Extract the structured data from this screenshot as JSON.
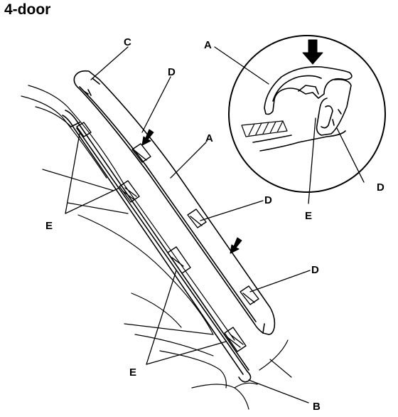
{
  "title": "4-door",
  "callouts": {
    "A_main": "A",
    "A_detail": "A",
    "B": "B",
    "C": "C",
    "D_top": "D",
    "D_mid": "D",
    "D_low": "D",
    "D_detail": "D",
    "E_upper": "E",
    "E_lower": "E",
    "E_detail": "E"
  },
  "colors": {
    "ink": "#000000",
    "paper": "#ffffff"
  }
}
